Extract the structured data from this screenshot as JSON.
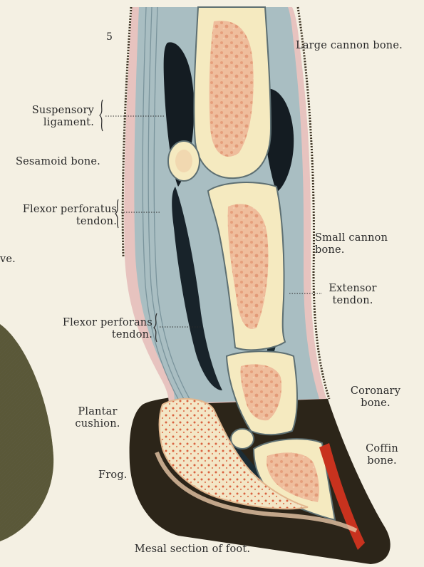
{
  "plate": {
    "figure_number": "5",
    "caption": "Mesal section of foot."
  },
  "labels": {
    "large_cannon_bone": "Large cannon bone.",
    "suspensory_ligament": [
      "Suspensory",
      "ligament."
    ],
    "sesamoid_bone": "Sesamoid bone.",
    "flexor_perforatus_tendon": [
      "Flexor perforatus",
      "tendon."
    ],
    "cut_off_text": "ve.",
    "small_cannon_bone": [
      "Small cannon",
      "bone."
    ],
    "extensor_tendon": [
      "Extensor",
      "tendon."
    ],
    "flexor_perforans_tendon": [
      "Flexor perforans",
      "tendon."
    ],
    "coronary_bone": [
      "Coronary",
      "bone."
    ],
    "plantar_cushion": [
      "Plantar",
      "cushion."
    ],
    "coffin_bone": [
      "Coffin",
      "bone."
    ],
    "frog": "Frog."
  },
  "colors": {
    "paper": "#f4f0e3",
    "bone": "#f6ecc0",
    "marrow": "#e9b08e",
    "tendon": "#9bb3b9",
    "dark_cavity": "#141c22",
    "skin_pink": "#e8c2c0",
    "hoof": "#2a2216",
    "coffin_red": "#c8321e"
  }
}
